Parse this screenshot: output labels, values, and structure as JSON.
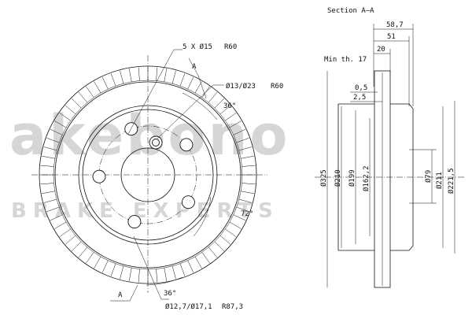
{
  "watermark": {
    "brand": "akebono",
    "tagline": "BRAKE EXPERTS"
  },
  "front_view": {
    "bolt_holes_label": "5 X Ø15",
    "bolt_holes_radius": "R60",
    "aux_holes_label": "Ø13/Ø23",
    "aux_holes_radius": "R60",
    "angle_top": "36°",
    "angle_right": "72°",
    "angle_bottom": "36°",
    "center_label": "Ø12,7/Ø17,1",
    "center_radius": "R87,3",
    "section_marker_top": "A",
    "section_marker_bottom": "A"
  },
  "section_view": {
    "title": "Section A–A",
    "min_thickness": "Min th. 17",
    "overall_height": "58,7",
    "hat_height": "51",
    "disc_thickness": "20",
    "dim_0_5": "0,5",
    "dim_2_5": "2,5",
    "diameters_left": [
      "Ø325",
      "Ø210",
      "Ø199",
      "Ø162,2"
    ],
    "diameters_right": [
      "Ø79",
      "Ø211",
      "Ø221,5"
    ]
  }
}
